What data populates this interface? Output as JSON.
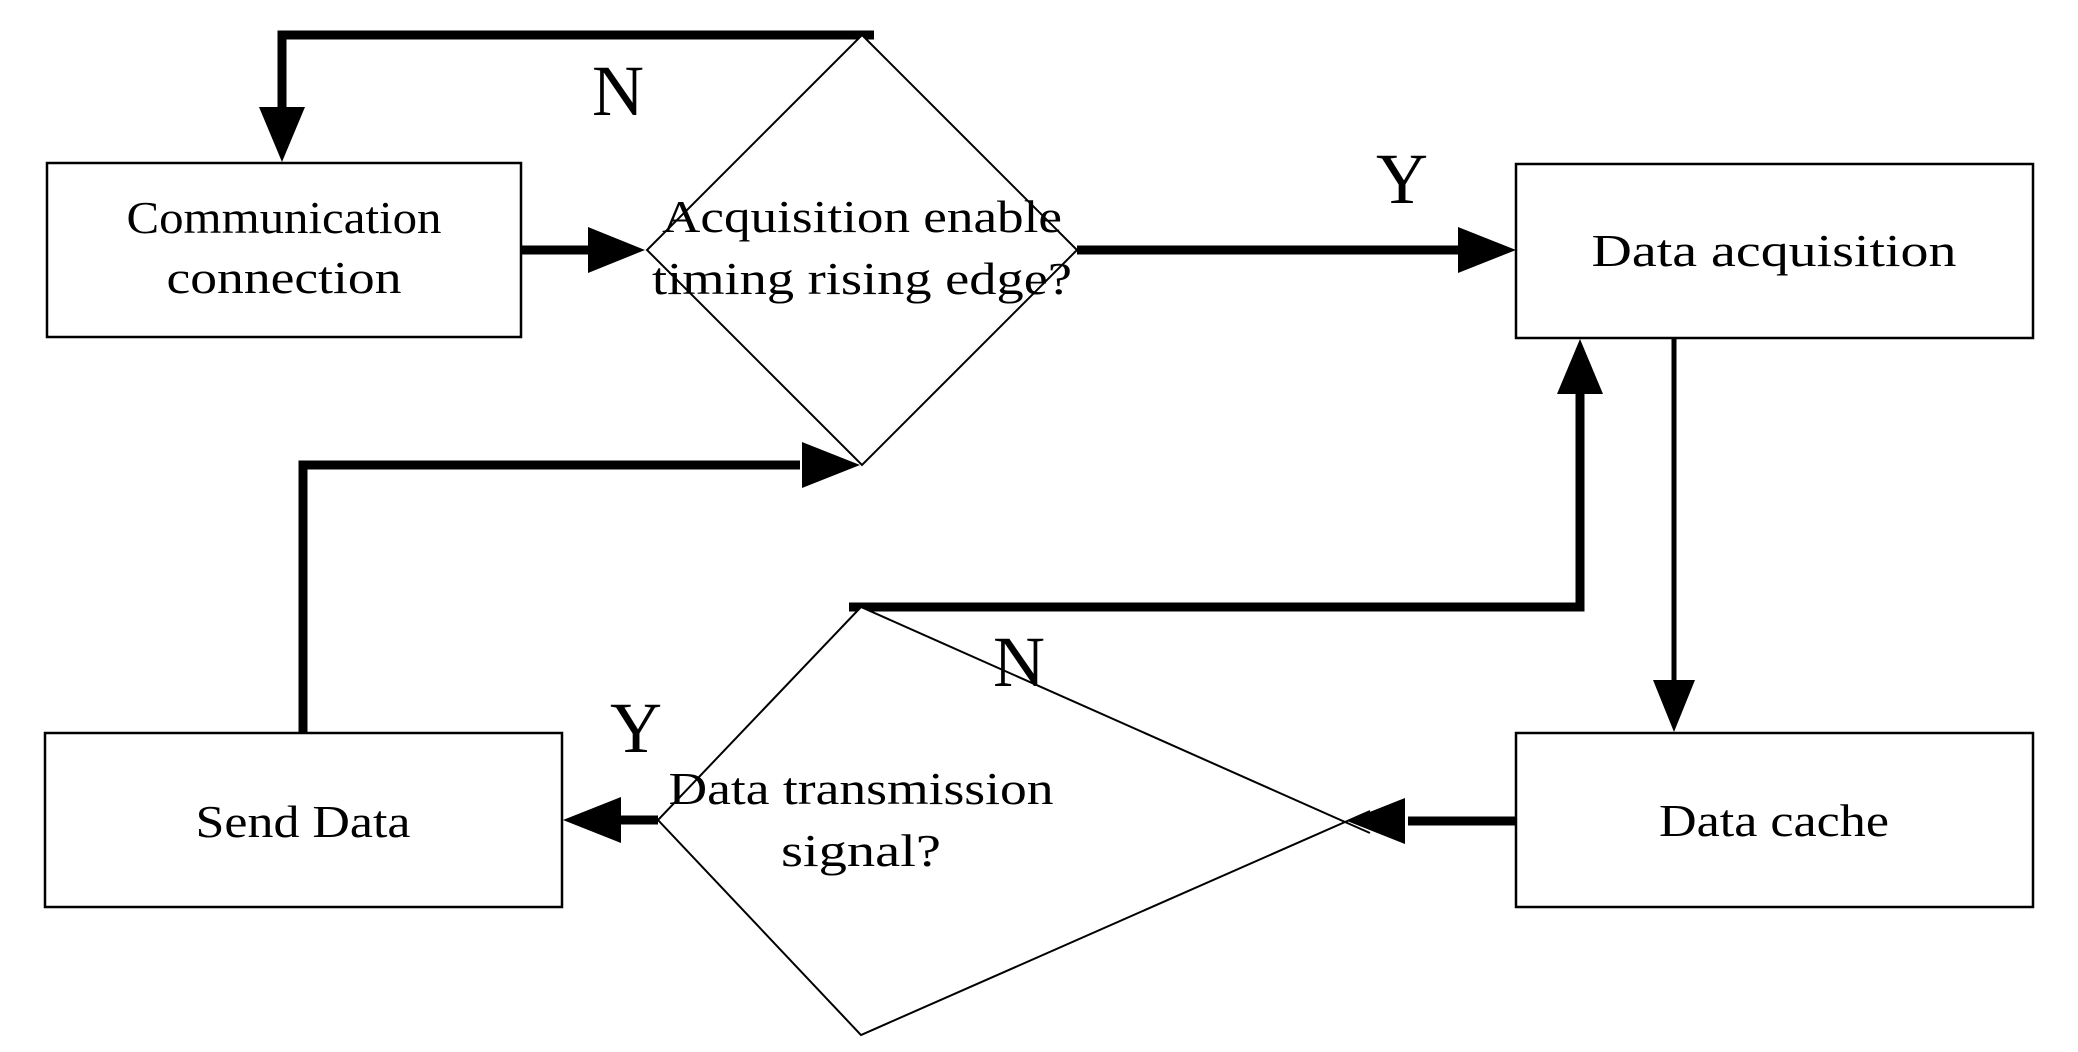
{
  "diagram": {
    "background_color": "#ffffff",
    "line_color": "#000000",
    "nodes": [
      {
        "id": "communication-connection",
        "shape": "process-rect",
        "lines": [
          "Communication",
          "connection"
        ]
      },
      {
        "id": "acquisition-enable-decision",
        "shape": "decision-diamond",
        "lines": [
          "Acquisition enable",
          "timing rising edge?"
        ]
      },
      {
        "id": "data-acquisition",
        "shape": "process-rect",
        "lines": [
          "Data acquisition"
        ]
      },
      {
        "id": "data-cache",
        "shape": "process-rect",
        "lines": [
          "Data cache"
        ]
      },
      {
        "id": "data-transmission-decision",
        "shape": "decision-diamond",
        "lines": [
          "Data transmission",
          "signal?"
        ]
      },
      {
        "id": "send-data",
        "shape": "process-rect",
        "lines": [
          "Send Data"
        ]
      }
    ],
    "edges": [
      {
        "from": "communication-connection",
        "to": "acquisition-enable-decision",
        "label": ""
      },
      {
        "from": "acquisition-enable-decision",
        "to": "data-acquisition",
        "label": "Y"
      },
      {
        "from": "acquisition-enable-decision",
        "to": "communication-connection",
        "label": "N"
      },
      {
        "from": "data-acquisition",
        "to": "data-cache",
        "label": ""
      },
      {
        "from": "data-cache",
        "to": "data-transmission-decision",
        "label": ""
      },
      {
        "from": "data-transmission-decision",
        "to": "send-data",
        "label": "Y"
      },
      {
        "from": "data-transmission-decision",
        "to": "data-acquisition",
        "label": "N"
      },
      {
        "from": "send-data",
        "to": "acquisition-enable-decision",
        "label": ""
      }
    ]
  }
}
